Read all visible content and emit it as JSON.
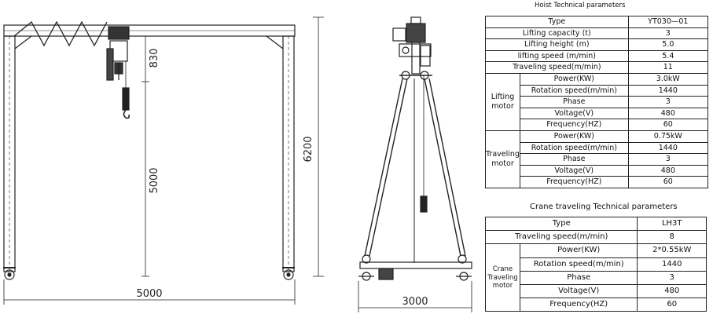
{
  "dimensions": {
    "total_width": "5000",
    "total_height": "6200",
    "lifting_height": "5000",
    "hook_offset": "830",
    "base_width": "3000"
  },
  "hoist_table": {
    "title": "Hoist Technical parameters",
    "rows": [
      {
        "label": "Type",
        "value": "YT030—01"
      },
      {
        "label": "Lifting capacity (t)",
        "value": "3"
      },
      {
        "label": "Lifting height (m)",
        "value": "5.0"
      },
      {
        "label": "lifting speed (m/min)",
        "value": "5.4"
      },
      {
        "label": "Traveling speed(m/min)",
        "value": "11"
      }
    ],
    "lifting_motor": {
      "group": "Lifting motor",
      "rows": [
        {
          "label": "Power(KW)",
          "value": "3.0kW"
        },
        {
          "label": "Rotation speed(m/min)",
          "value": "1440"
        },
        {
          "label": "Phase",
          "value": "3"
        },
        {
          "label": "Voltage(V)",
          "value": "480"
        },
        {
          "label": "Frequency(HZ)",
          "value": "60"
        }
      ]
    },
    "traveling_motor": {
      "group": "Traveling motor",
      "rows": [
        {
          "label": "Power(KW)",
          "value": "0.75kW"
        },
        {
          "label": "Rotation speed(m/min)",
          "value": "1440"
        },
        {
          "label": "Phase",
          "value": "3"
        },
        {
          "label": "Voltage(V)",
          "value": "480"
        },
        {
          "label": "Frequency(HZ)",
          "value": "60"
        }
      ]
    }
  },
  "crane_table": {
    "title": "Crane traveling  Technical parameters",
    "rows": [
      {
        "label": "Type",
        "value": "LH3T"
      },
      {
        "label": "Traveling speed(m/min)",
        "value": "8"
      }
    ],
    "motor": {
      "group": "Crane Traveling motor",
      "rows": [
        {
          "label": "Power(KW)",
          "value": "2*0.55kW"
        },
        {
          "label": "Rotation speed(m/min)",
          "value": "1440"
        },
        {
          "label": "Phase",
          "value": "3"
        },
        {
          "label": "Voltage(V)",
          "value": "480"
        },
        {
          "label": "Frequency(HZ)",
          "value": "60"
        }
      ]
    }
  }
}
